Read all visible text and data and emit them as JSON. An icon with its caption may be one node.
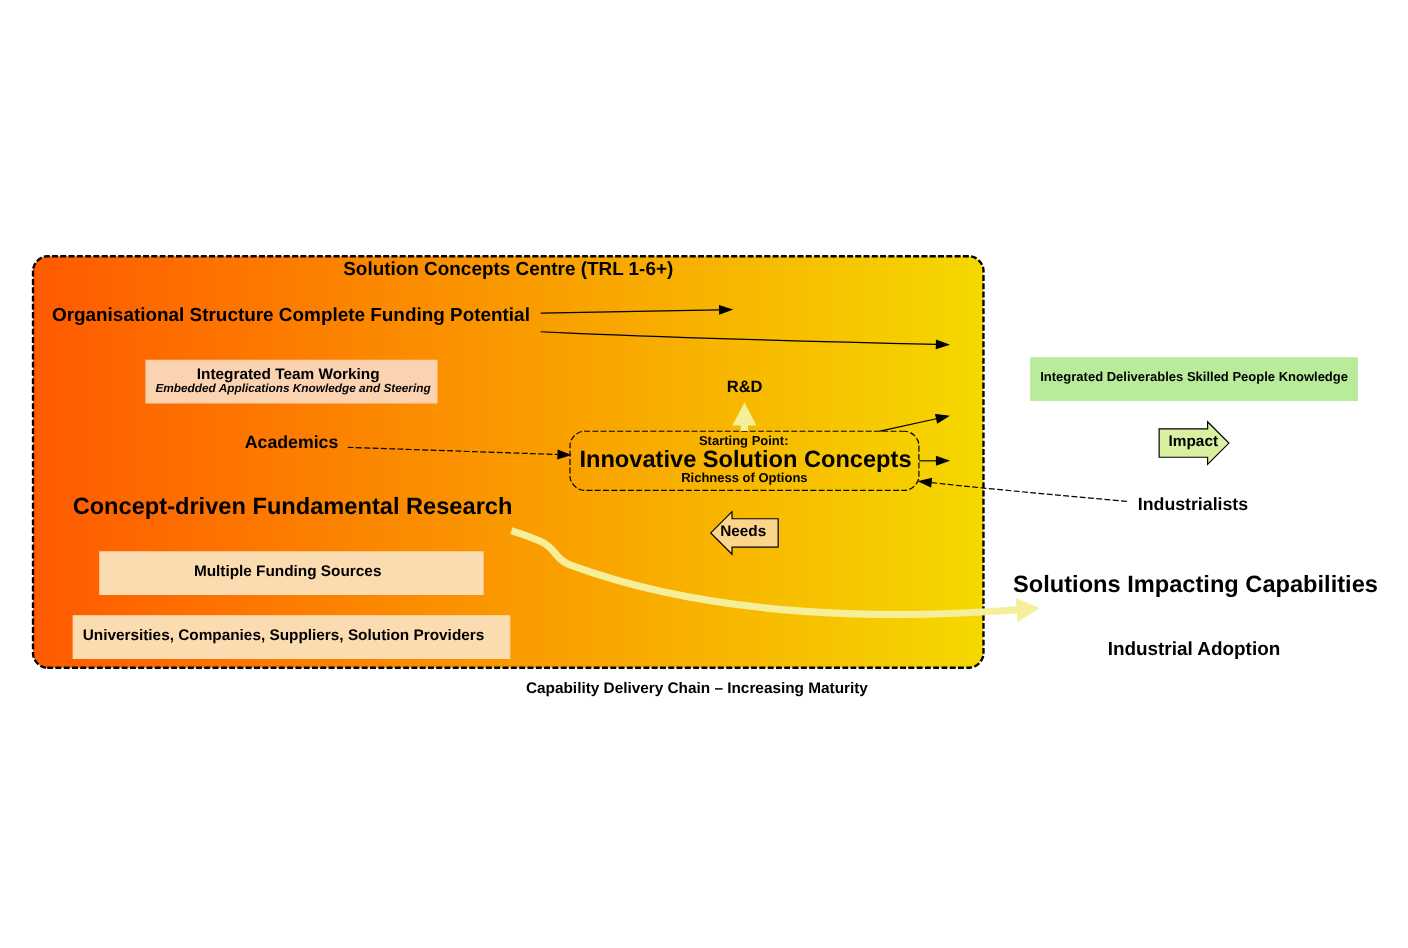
{
  "diagram": {
    "caption": "Capability Delivery Chain – Increasing Maturity",
    "nodes": [
      {
        "text": [
          "Solution Concepts Centre (TRL 1-6+)"
        ]
      },
      {
        "text": [
          "Organisational Structure Complete Funding Potential"
        ],
        "in": 0
      },
      {
        "text": [
          "Integrated Team Working",
          "Embedded Applications Knowledge and Steering"
        ],
        "in": 0
      },
      {
        "text": [
          "Academics"
        ],
        "in": 0
      },
      {
        "text": [
          "Concept-driven Fundamental Research"
        ],
        "in": 0
      },
      {
        "text": [
          "Needs"
        ],
        "in": 0
      },
      {
        "text": [
          "Starting Point:",
          "Innovative Solution Concepts",
          "Richness of Options"
        ],
        "in": 0
      },
      {
        "text": [
          "R&D"
        ],
        "in": 0
      },
      {
        "text": [
          "Multiple Funding Sources"
        ],
        "in": 0
      },
      {
        "text": [
          "Universities, Companies, Suppliers, Solution Providers"
        ],
        "in": 0
      },
      {
        "text": [
          "Industrial Adoption"
        ]
      },
      {
        "text": [
          "Industrialists"
        ]
      },
      {
        "text": [
          "Impact"
        ]
      },
      {
        "text": [
          "Solutions Impacting Capabilities"
        ]
      },
      {
        "text": [
          "Integrated Deliverables Skilled People Knowledge"
        ]
      }
    ],
    "edges": [
      {
        "from": 1,
        "to": null,
        "arrow": "to"
      },
      {
        "from": 1,
        "to": null,
        "arrow": "to"
      },
      {
        "from": 3,
        "to": 6,
        "arrow": "to",
        "style": "dashed"
      },
      {
        "from": 11,
        "to": 6,
        "arrow": "to",
        "style": "dashed"
      },
      {
        "from": 6,
        "to": null,
        "arrow": "to"
      },
      {
        "from": 6,
        "to": null,
        "arrow": "to"
      },
      {
        "from": 6,
        "to": 7,
        "arrow": "to",
        "style": "thick",
        "color": "#f5ef9a"
      },
      {
        "from": 4,
        "to": 13,
        "arrow": "to",
        "style": "thick",
        "color": "#f5ef9a"
      }
    ]
  }
}
